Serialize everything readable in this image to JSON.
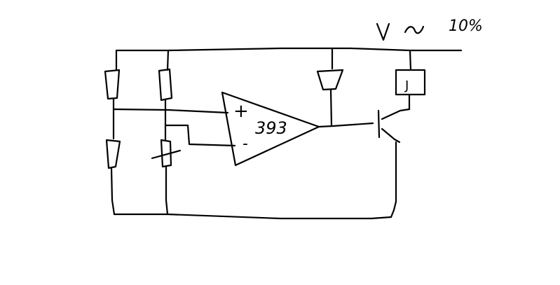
{
  "supply": {
    "voltage_label": "V ~",
    "tolerance_label": "10%"
  },
  "opamp": {
    "part_label": "393",
    "plus_label": "+",
    "minus_label": "-"
  },
  "load": {
    "symbol_label": "J"
  },
  "colors": {
    "ink": "#000000",
    "background": "#ffffff"
  }
}
